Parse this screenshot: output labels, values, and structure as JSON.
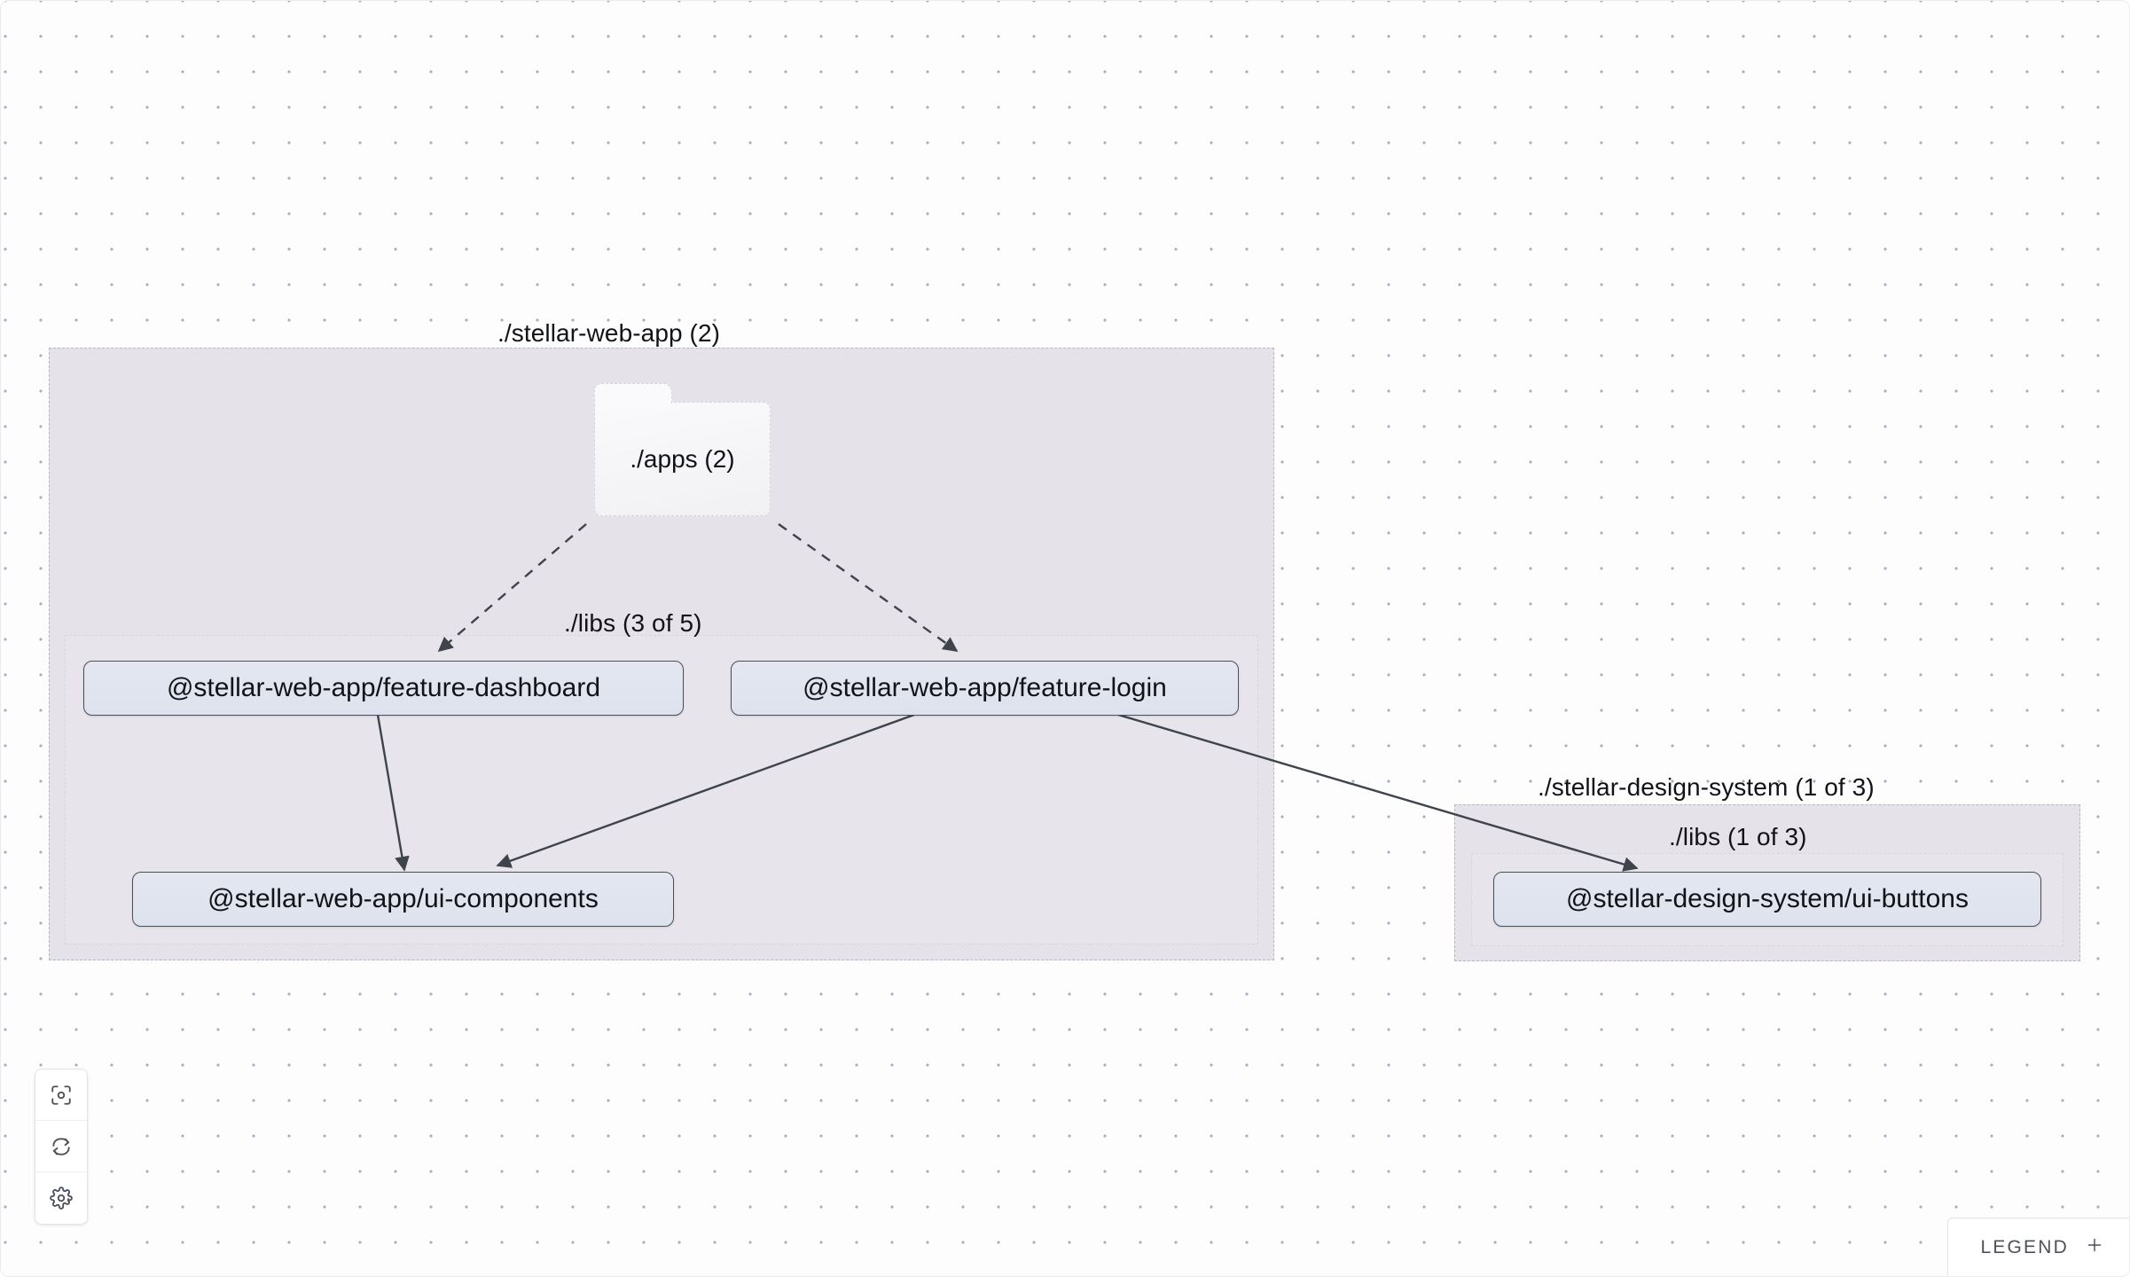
{
  "canvas": {
    "background_color": "#fdfdfd",
    "dot_color": "#a3aec0"
  },
  "graph": {
    "groups": [
      {
        "id": "stellar-web-app",
        "label": "./stellar-web-app (2)",
        "fill": "#e5e3e9",
        "border": "#b9b6c0"
      },
      {
        "id": "stellar-web-app-libs",
        "label": "./libs (3 of 5)",
        "fill": "#e7e5eb",
        "border": "#d8d5dd"
      },
      {
        "id": "stellar-design-system",
        "label": "./stellar-design-system (1 of 3)",
        "fill": "#e5e3e9",
        "border": "#b9b6c0"
      },
      {
        "id": "stellar-design-system-libs",
        "label": "./libs (1 of 3)",
        "fill": "#e7e5eb",
        "border": "#d8d5dd"
      }
    ],
    "folder": {
      "id": "apps",
      "label": "./apps (2)"
    },
    "nodes": [
      {
        "id": "feature-dashboard",
        "label": "@stellar-web-app/feature-dashboard"
      },
      {
        "id": "feature-login",
        "label": "@stellar-web-app/feature-login"
      },
      {
        "id": "ui-components",
        "label": "@stellar-web-app/ui-components"
      },
      {
        "id": "ui-buttons",
        "label": "@stellar-design-system/ui-buttons"
      }
    ],
    "edges": [
      {
        "from": "apps",
        "to": "feature-dashboard",
        "style": "dashed"
      },
      {
        "from": "apps",
        "to": "feature-login",
        "style": "dashed"
      },
      {
        "from": "feature-dashboard",
        "to": "ui-components",
        "style": "solid"
      },
      {
        "from": "feature-login",
        "to": "ui-components",
        "style": "solid"
      },
      {
        "from": "feature-login",
        "to": "ui-buttons",
        "style": "solid"
      }
    ],
    "edge_color": "#4b4f58"
  },
  "controls": [
    {
      "id": "focus",
      "icon": "focus-target-icon",
      "title": "Focus graph"
    },
    {
      "id": "refresh",
      "icon": "refresh-icon",
      "title": "Refresh graph"
    },
    {
      "id": "settings",
      "icon": "gear-icon",
      "title": "Settings"
    }
  ],
  "legend": {
    "label": "LEGEND",
    "expand_icon": "plus-icon"
  }
}
